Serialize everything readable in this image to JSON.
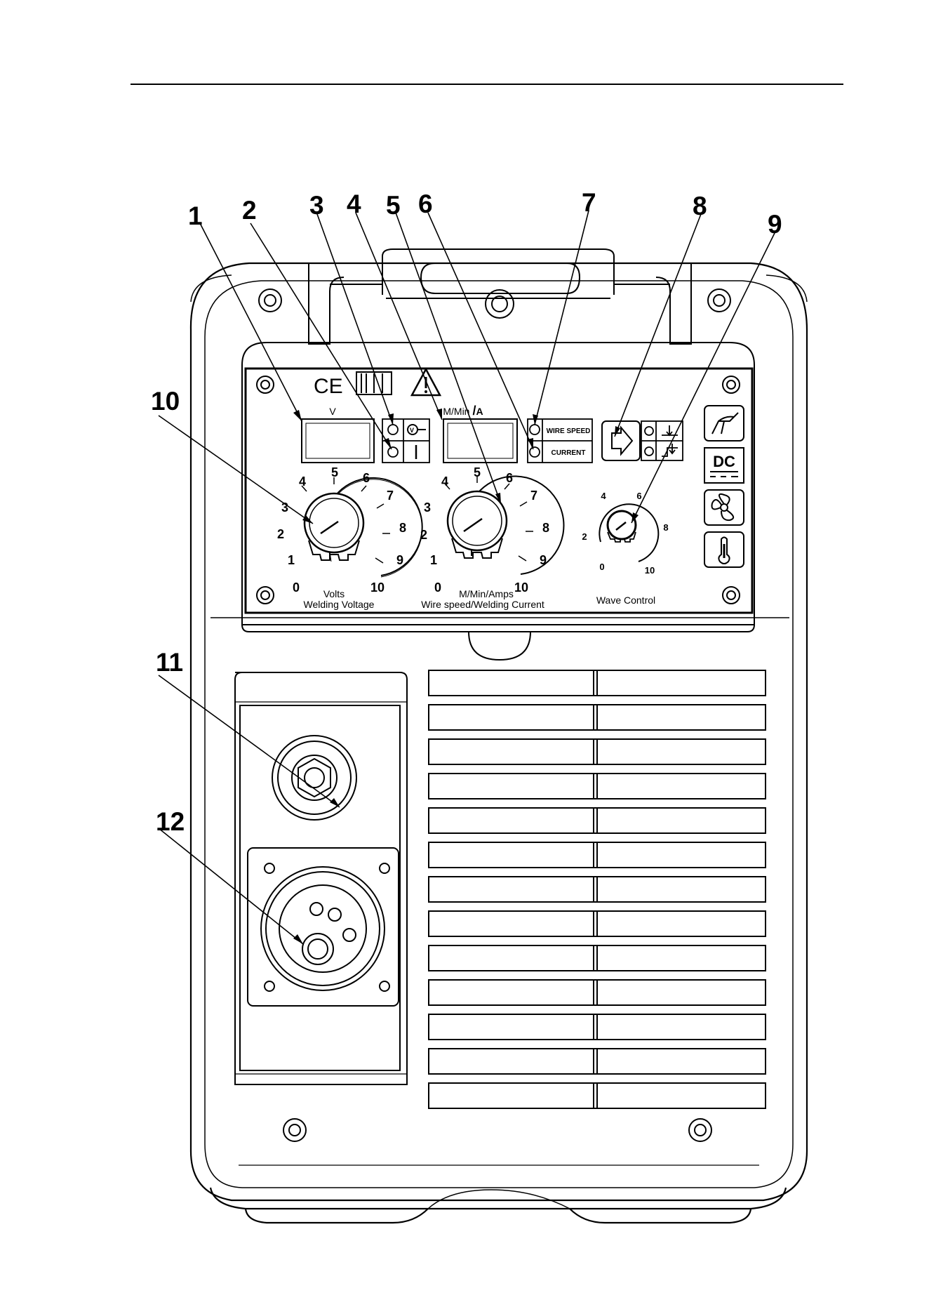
{
  "callouts": [
    "1",
    "2",
    "3",
    "4",
    "5",
    "6",
    "7",
    "8",
    "9",
    "10",
    "11",
    "12"
  ],
  "panel": {
    "display_v_label": "V",
    "display_a_label": "M/Min",
    "display_a_suffix": "A",
    "wire_speed_label": "WIRE SPEED",
    "current_label": "CURRENT",
    "dc_badge": "DC",
    "ce_mark": "CE"
  },
  "voltage_dial": {
    "scale": [
      "0",
      "1",
      "2",
      "3",
      "4",
      "5",
      "6",
      "7",
      "8",
      "9",
      "10"
    ],
    "unit_label": "Volts",
    "caption": "Welding  Voltage"
  },
  "wire_dial": {
    "scale": [
      "0",
      "1",
      "2",
      "3",
      "4",
      "5",
      "6",
      "7",
      "8",
      "9",
      "10"
    ],
    "unit_label": "M/Min/Amps",
    "caption": "Wire speed/Welding Current"
  },
  "wave_dial": {
    "scale": [
      "0",
      "2",
      "4",
      "6",
      "8",
      "10"
    ],
    "caption": "Wave  Control"
  },
  "icons": [
    "manual-book-icon",
    "warning-triangle-icon",
    "voltage-mode-icon",
    "inductance-mode-icon",
    "arrow-button-icon",
    "2t-mode-icon",
    "4t-mode-icon",
    "mig-torch-icon",
    "fan-icon",
    "thermometer-icon"
  ]
}
